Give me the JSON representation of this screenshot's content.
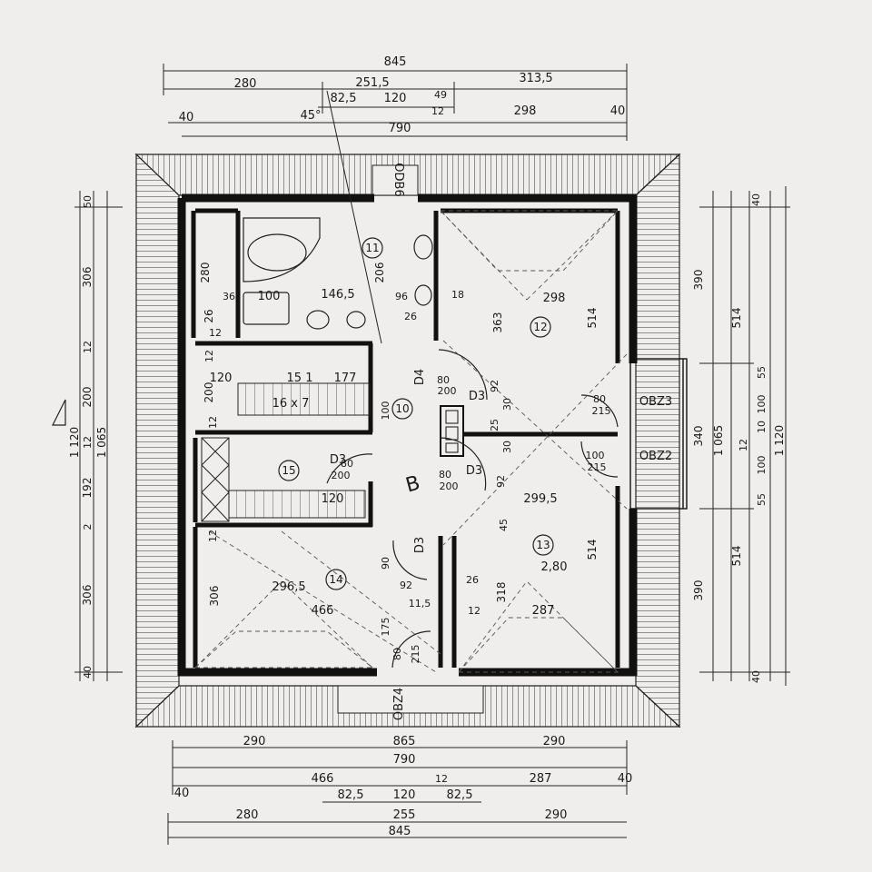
{
  "colors": {
    "paper": "#efeeec",
    "ink": "#1a1a1a"
  },
  "dims": {
    "top": {
      "overall": "845",
      "r1": [
        "280",
        "251,5",
        "313,5"
      ],
      "r2": [
        "82,5",
        "120",
        "49"
      ],
      "angle": "45°",
      "r3": [
        "40",
        "12",
        "298",
        "40"
      ],
      "inner": "790"
    },
    "bottom": {
      "r1": [
        "290",
        "865",
        "290"
      ],
      "r2": "790",
      "r3": [
        "466",
        "12",
        "287"
      ],
      "r3_40": [
        "40",
        "40"
      ],
      "r4": [
        "82,5",
        "120",
        "82,5"
      ],
      "r5": [
        "280",
        "255",
        "290"
      ],
      "overall": "845"
    },
    "left": {
      "overall": "1 120",
      "inner": "1 065",
      "segs": [
        "50",
        "306",
        "12",
        "200",
        "12",
        "192",
        "2",
        "306",
        "40"
      ]
    },
    "right": {
      "overall": "1 120",
      "inner": "1 065",
      "half": [
        "514",
        "514"
      ],
      "outer": [
        "390",
        "340",
        "390"
      ],
      "fine": [
        "40",
        "55",
        "100",
        "10",
        "12",
        "100",
        "55",
        "40"
      ]
    }
  },
  "rooms": {
    "r11": "11",
    "r12": "12",
    "r13": "13",
    "r14": "14",
    "r15": "15",
    "r10": "10",
    "stair_b": "B"
  },
  "labels": {
    "d4": "D4",
    "d3a": "D3",
    "d3b": "D3",
    "d3c": "D3",
    "d3d": "D3",
    "obz3": "OBZ3",
    "obz2": "OBZ2",
    "obz4": "OBZ4",
    "odb6": "ODB6",
    "n280": "280",
    "n26": "26",
    "n36": "36",
    "n100": "100",
    "n146": "146,5",
    "n206": "206",
    "n96": "96",
    "n26b": "26",
    "n18": "18",
    "n298": "298",
    "n363": "363",
    "n514a": "514",
    "n120s": "120",
    "n151": "15 1",
    "n177": "177",
    "n200s": "200",
    "n162": "16 x 7",
    "n12s": "12",
    "n100c": "100",
    "n92": "92",
    "n30": "30",
    "n25": "25",
    "n30b": "30",
    "n80a": "80",
    "n200a": "200",
    "n80b": "80",
    "n200b": "200",
    "n80c": "80",
    "n200c": "200",
    "n80d": "80",
    "n215d": "215",
    "n100o": "100",
    "n215o": "215",
    "n299": "299,5",
    "n92b": "92",
    "n45": "45",
    "n280b": "2,80",
    "n514b": "514",
    "n318": "318",
    "n287": "287",
    "n26c": "26",
    "n12c": "12",
    "n296": "296,5",
    "n466": "466",
    "n306b": "306",
    "n12d": "12",
    "n90": "90",
    "n92c": "92",
    "n115": "11,5",
    "n175": "175",
    "n80e": "80",
    "n215e": "215",
    "n120d": "120",
    "n12e": "12",
    "n12f": "12"
  }
}
